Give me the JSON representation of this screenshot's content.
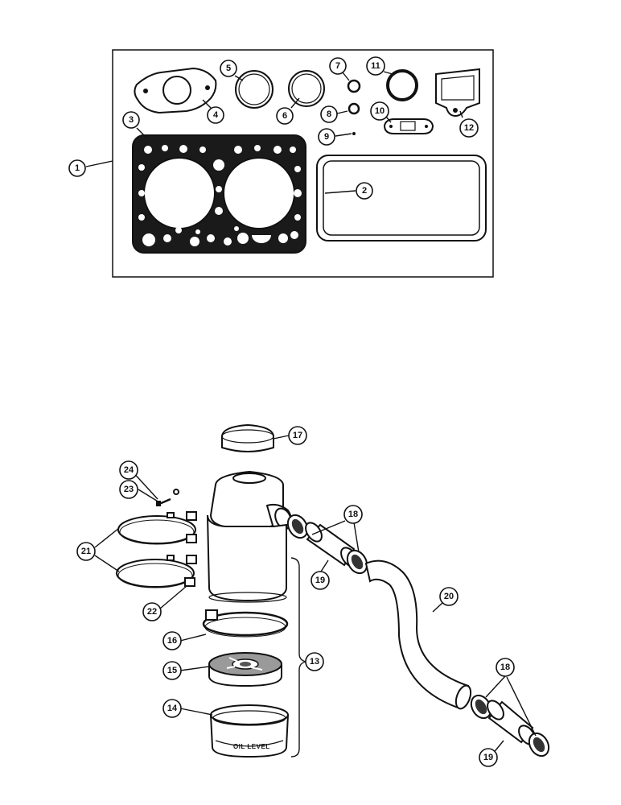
{
  "callouts": {
    "c1": "1",
    "c2": "2",
    "c3": "3",
    "c4": "4",
    "c5": "5",
    "c6": "6",
    "c7": "7",
    "c8": "8",
    "c9": "9",
    "c10": "10",
    "c11": "11",
    "c12": "12",
    "c13": "13",
    "c14": "14",
    "c15": "15",
    "c16": "16",
    "c17": "17",
    "c18a": "18",
    "c18b": "18",
    "c19a": "19",
    "c19b": "19",
    "c20": "20",
    "c21": "21",
    "c22": "22",
    "c23": "23",
    "c24": "24"
  },
  "labels": {
    "oil_level": "OIL LEVEL"
  }
}
